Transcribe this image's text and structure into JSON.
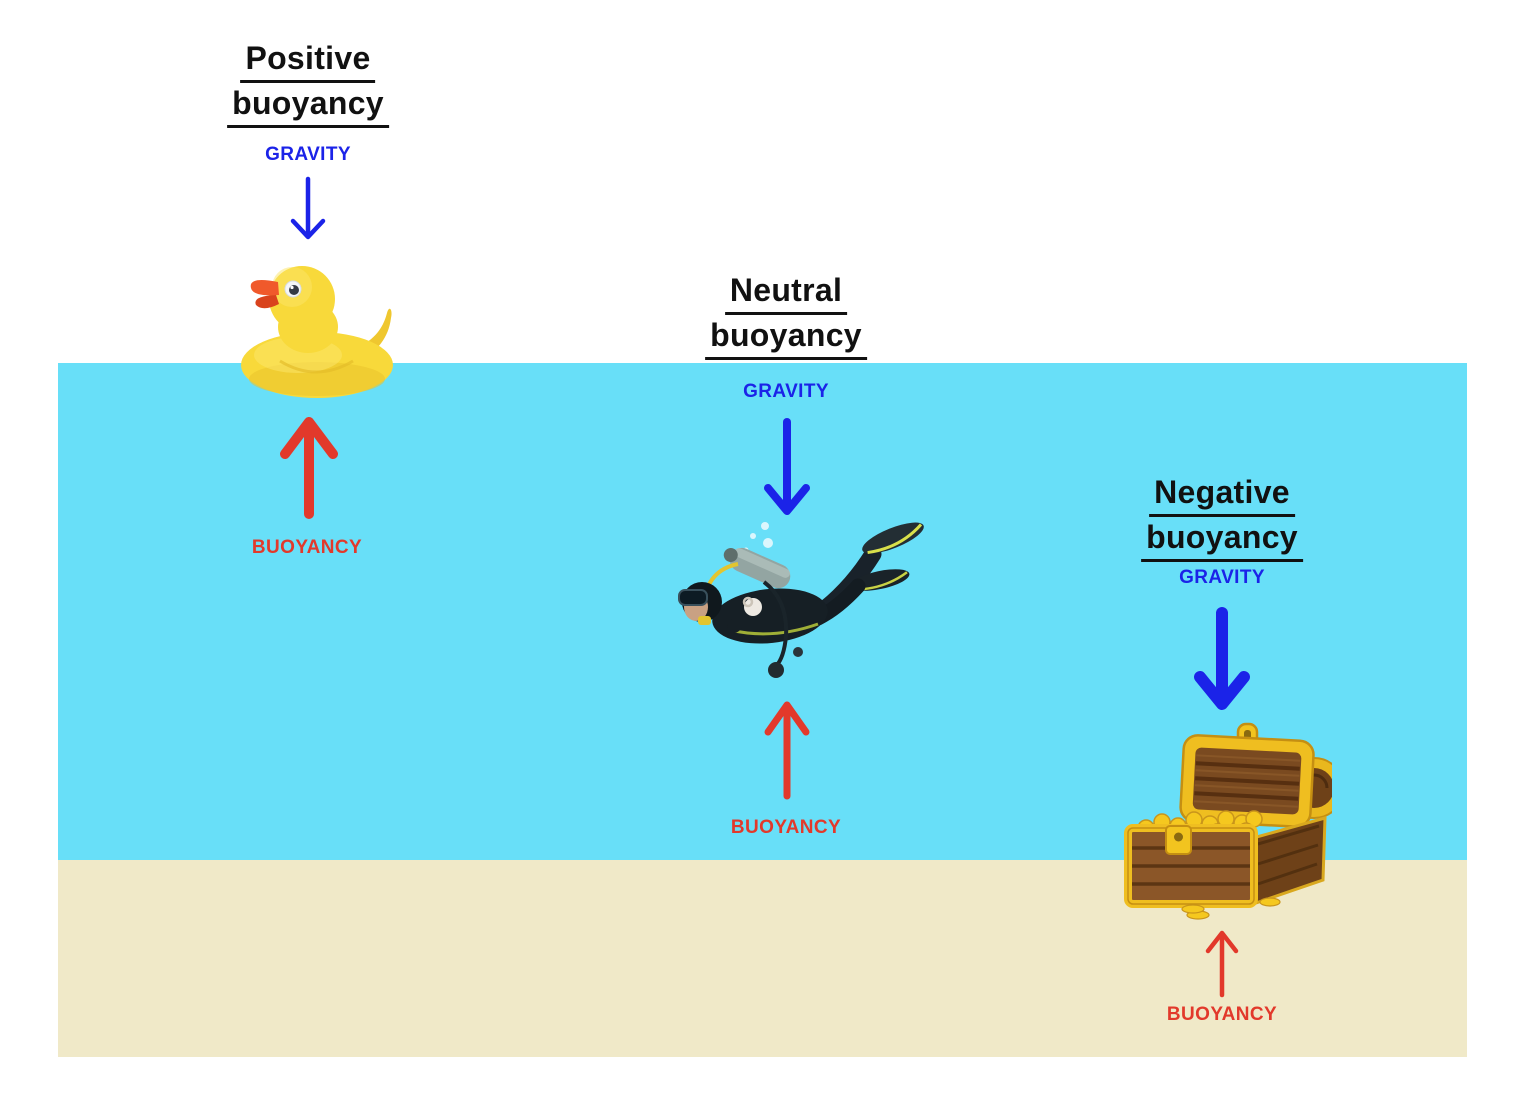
{
  "colors": {
    "water": "#68DFF8",
    "sand": "#F0E9C8",
    "gravity": "#1B23E8",
    "buoyancy": "#E2392B",
    "heading": "#111111"
  },
  "sections": {
    "positive": {
      "title_line1": "Positive",
      "title_line2": "buoyancy",
      "gravity_label": "GRAVITY",
      "buoyancy_label": "BUOYANCY",
      "object": "rubber-duck",
      "gravity_arrow_size": "small",
      "buoyancy_arrow_size": "large"
    },
    "neutral": {
      "title_line1": "Neutral",
      "title_line2": "buoyancy",
      "gravity_label": "GRAVITY",
      "buoyancy_label": "BUOYANCY",
      "object": "scuba-diver",
      "gravity_arrow_size": "medium",
      "buoyancy_arrow_size": "medium"
    },
    "negative": {
      "title_line1": "Negative",
      "title_line2": "buoyancy",
      "gravity_label": "GRAVITY",
      "buoyancy_label": "BUOYANCY",
      "object": "treasure-chest",
      "gravity_arrow_size": "large",
      "buoyancy_arrow_size": "small"
    }
  }
}
